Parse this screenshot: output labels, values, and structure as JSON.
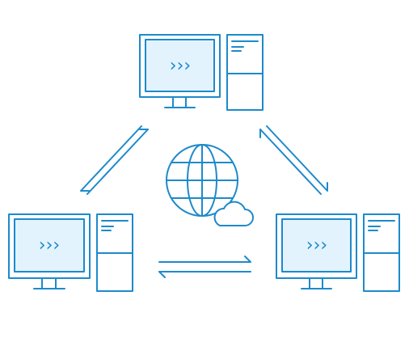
{
  "diagram": {
    "colors": {
      "stroke": "#1d8acb",
      "screen_fill": "#e3f3fd",
      "background": "#ffffff"
    },
    "nodes": [
      {
        "id": "top",
        "type": "computer",
        "screen_text": "›››"
      },
      {
        "id": "bottom-left",
        "type": "computer",
        "screen_text": "›››"
      },
      {
        "id": "bottom-right",
        "type": "computer",
        "screen_text": "›››"
      }
    ],
    "center": {
      "icon": "globe-icon",
      "badge": "cloud-icon"
    },
    "connections": [
      {
        "from": "top",
        "to": "bottom-left",
        "style": "bidirectional-arrow"
      },
      {
        "from": "top",
        "to": "bottom-right",
        "style": "bidirectional-arrow"
      },
      {
        "from": "bottom-left",
        "to": "bottom-right",
        "style": "bidirectional-arrow"
      }
    ]
  }
}
